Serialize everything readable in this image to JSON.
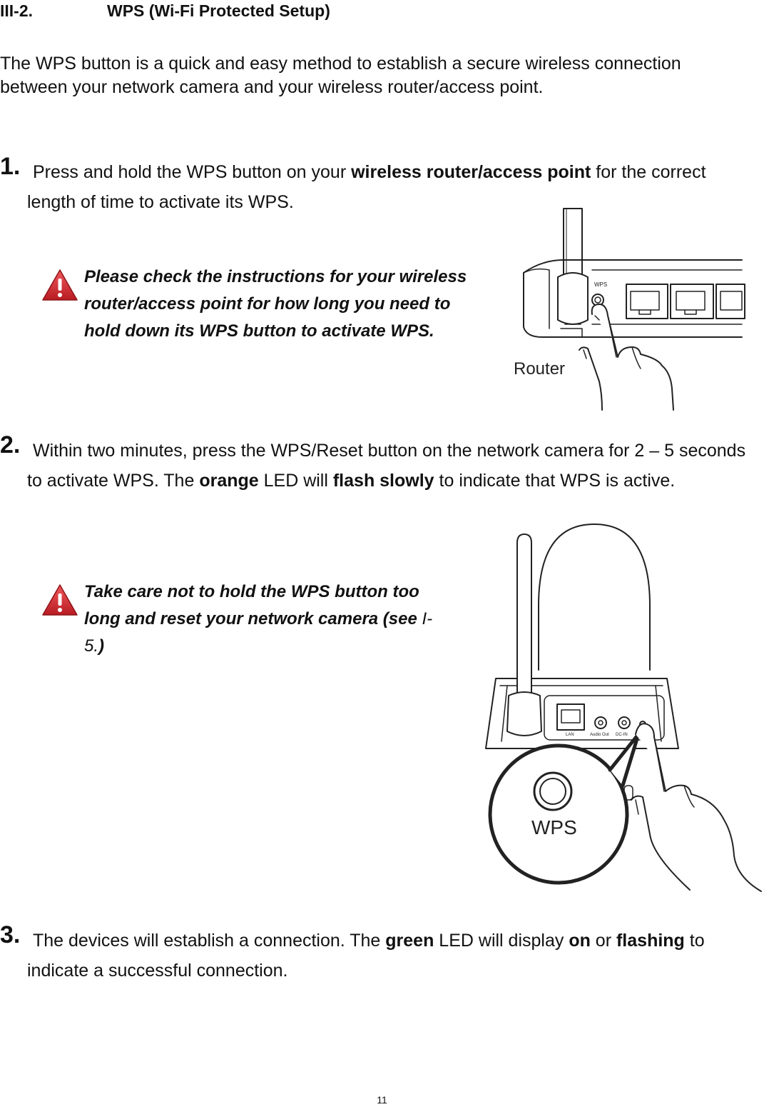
{
  "section": {
    "number": "III-2.",
    "title": "WPS (Wi-Fi Protected Setup)"
  },
  "intro": "The WPS button is a quick and easy method to establish a secure wireless connection between your network camera and your wireless router/access point.",
  "steps": [
    {
      "num": "1.",
      "parts": [
        "Press and hold the WPS button on your ",
        "wireless router/access point",
        " for the correct length of time to activate its WPS."
      ],
      "note": "Please check the instructions for your wireless router/access point for how long you need to hold down its WPS button to activate WPS.",
      "figure": {
        "label": "Router",
        "button_label": "WPS"
      }
    },
    {
      "num": "2.",
      "parts": [
        "Within two minutes, press the WPS/Reset button on the network camera for 2 – 5 seconds to activate WPS. The ",
        "orange",
        " LED will ",
        "flash slowly",
        " to indicate that WPS is active."
      ],
      "note_parts": [
        "Take care not to hold the WPS button too long and reset your network camera (see ",
        "I-5.",
        ")"
      ],
      "figure": {
        "zoom_label": "WPS",
        "port_labels": [
          "LAN",
          "Audio Out",
          "DC-IN"
        ]
      }
    },
    {
      "num": "3.",
      "parts": [
        "The devices will establish a connection. The ",
        "green",
        " LED will display ",
        "on",
        " or ",
        "flashing",
        " to indicate a successful connection."
      ]
    }
  ],
  "page_number": "11",
  "colors": {
    "warning_red": "#d9262c",
    "text": "#111111"
  },
  "icons": {
    "warning": "warning-triangle-icon"
  }
}
